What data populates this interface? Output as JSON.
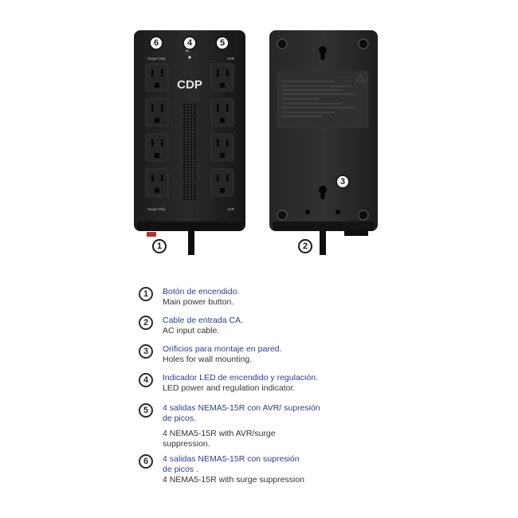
{
  "device": {
    "brand": "CDP",
    "front_labels": {
      "surge_only": "Surge Only",
      "avr": "AVR"
    },
    "badges": {
      "front_left": "6",
      "front_center": "4",
      "front_right": "5",
      "front_bottom": "1",
      "back_bottom": "2",
      "back_mount": "3"
    }
  },
  "legend": [
    {
      "num": "1",
      "es": "Botón de encendido.",
      "en": "Main power button."
    },
    {
      "num": "2",
      "es": "Cable de entrada CA.",
      "en": "AC input cable."
    },
    {
      "num": "3",
      "es": "Orificios para montaje en pared.",
      "en": "Holes for wall mounting."
    },
    {
      "num": "4",
      "es": "Indicador LED de encendido y regulación.",
      "en": "LED power and regulation indicator."
    },
    {
      "num": "5",
      "es": "4 salidas NEMA5-15R con AVR/ supresión",
      "es2": "de picos.",
      "en": "4 NEMA5-15R with AVR/surge",
      "en2": "suppression."
    },
    {
      "num": "6",
      "es": "4 salidas NEMA5-15R con supresión",
      "es2": "de picos .",
      "en": "4 NEMA5-15R with surge suppression"
    }
  ]
}
